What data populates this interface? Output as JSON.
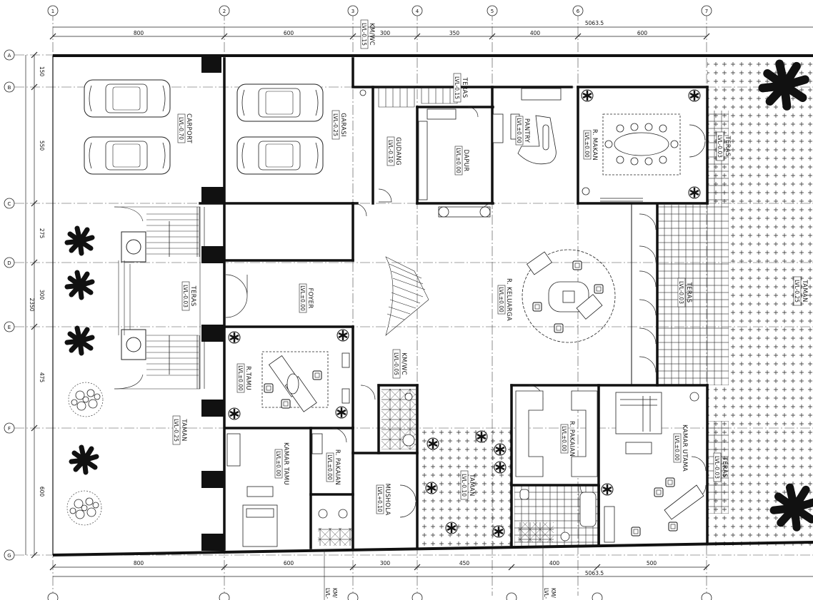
{
  "top_dims": [
    {
      "label": "800"
    },
    {
      "label": "600"
    },
    {
      "label": "300"
    },
    {
      "label": "350"
    },
    {
      "label": "400"
    },
    {
      "label": "600"
    }
  ],
  "top_total": "5063.5",
  "bottom_dims": [
    {
      "label": "800"
    },
    {
      "label": "600"
    },
    {
      "label": "300"
    },
    {
      "label": "450"
    },
    {
      "label": "400"
    },
    {
      "label": "500"
    }
  ],
  "bottom_total": "5063.5",
  "left_dims": [
    {
      "label": "150"
    },
    {
      "label": "550"
    },
    {
      "label": "275"
    },
    {
      "label": "300"
    },
    {
      "label": "475"
    },
    {
      "label": "600"
    }
  ],
  "left_total": "2350",
  "col_grid": [
    "1",
    "2",
    "3",
    "4",
    "5",
    "6",
    "7"
  ],
  "row_grid": [
    "A",
    "B",
    "C",
    "D",
    "E",
    "F",
    "G"
  ],
  "rooms": [
    {
      "name": "CARPORT",
      "level": "LVL-0.70"
    },
    {
      "name": "GARASI",
      "level": "LVL-0.25"
    },
    {
      "name": "KM/WC",
      "level": "LVL-0.15"
    },
    {
      "name": "GUDANG",
      "level": "LVL-0.10"
    },
    {
      "name": "DAPUR",
      "level": "LVL±0.00"
    },
    {
      "name": "TERAS",
      "level": "LVL-0.15"
    },
    {
      "name": "PANTRY",
      "level": "LVL±0.00"
    },
    {
      "name": "R. MAKAN",
      "level": "LVL±0.00"
    },
    {
      "name": "TERAS",
      "level": "LVL-0.03"
    },
    {
      "name": "TERAS",
      "level": "LVL-0.03"
    },
    {
      "name": "FOYER",
      "level": "LVL±0.00"
    },
    {
      "name": "R. KELUARGA",
      "level": "LVL±0.00"
    },
    {
      "name": "TERAS",
      "level": "LVL-0.03"
    },
    {
      "name": "TAMAN",
      "level": "LVL-0.25"
    },
    {
      "name": "R.TAMU",
      "level": "LVL±0.00"
    },
    {
      "name": "KM/WC",
      "level": "LVL-0.05"
    },
    {
      "name": "TAMAN",
      "level": "LVL-0.25"
    },
    {
      "name": "KAMAR TAMU",
      "level": "LVL±0.00"
    },
    {
      "name": "R. PAKAIAN",
      "level": "LVL±0.00"
    },
    {
      "name": "MUSHOLA",
      "level": "LVL+0.10"
    },
    {
      "name": "TAMAN",
      "level": "LVL-0.10"
    },
    {
      "name": "R. PAKAIAN",
      "level": "LVL±0.00"
    },
    {
      "name": "KAMAR UTAMA",
      "level": "LVL±0.00"
    },
    {
      "name": "TERAS",
      "level": "LVL-0.03"
    }
  ],
  "bottom_tags": [
    "KM/",
    "LVL-",
    "KM/",
    "LVL-"
  ]
}
